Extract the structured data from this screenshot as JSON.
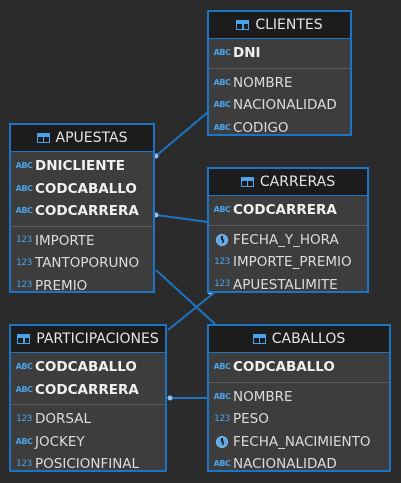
{
  "entities": {
    "clientes": {
      "title": "CLIENTES",
      "keys": [
        {
          "name": "DNI",
          "type": "abc"
        }
      ],
      "columns": [
        {
          "name": "NOMBRE",
          "type": "abc"
        },
        {
          "name": "NACIONALIDAD",
          "type": "abc"
        },
        {
          "name": "CODIGO",
          "type": "abc"
        }
      ]
    },
    "apuestas": {
      "title": "APUESTAS",
      "keys": [
        {
          "name": "DNICLIENTE",
          "type": "abc"
        },
        {
          "name": "CODCABALLO",
          "type": "abc"
        },
        {
          "name": "CODCARRERA",
          "type": "abc"
        }
      ],
      "columns": [
        {
          "name": "IMPORTE",
          "type": "num"
        },
        {
          "name": "TANTOPORUNO",
          "type": "num"
        },
        {
          "name": "PREMIO",
          "type": "num"
        }
      ]
    },
    "carreras": {
      "title": "CARRERAS",
      "keys": [
        {
          "name": "CODCARRERA",
          "type": "abc"
        }
      ],
      "columns": [
        {
          "name": "FECHA_Y_HORA",
          "type": "clock"
        },
        {
          "name": "IMPORTE_PREMIO",
          "type": "num"
        },
        {
          "name": "APUESTALIMITE",
          "type": "num"
        }
      ]
    },
    "participaciones": {
      "title": "PARTICIPACIONES",
      "keys": [
        {
          "name": "CODCABALLO",
          "type": "abc"
        },
        {
          "name": "CODCARRERA",
          "type": "abc"
        }
      ],
      "columns": [
        {
          "name": "DORSAL",
          "type": "num"
        },
        {
          "name": "JOCKEY",
          "type": "abc"
        },
        {
          "name": "POSICIONFINAL",
          "type": "num"
        }
      ]
    },
    "caballos": {
      "title": "CABALLOS",
      "keys": [
        {
          "name": "CODCABALLO",
          "type": "abc"
        }
      ],
      "columns": [
        {
          "name": "NOMBRE",
          "type": "abc"
        },
        {
          "name": "PESO",
          "type": "num"
        },
        {
          "name": "FECHA_NACIMIENTO",
          "type": "clock"
        },
        {
          "name": "NACIONALIDAD",
          "type": "abc"
        }
      ]
    }
  },
  "relationships": [
    {
      "from": "apuestas",
      "to": "clientes"
    },
    {
      "from": "apuestas",
      "to": "carreras"
    },
    {
      "from": "apuestas",
      "to": "caballos"
    },
    {
      "from": "participaciones",
      "to": "carreras"
    },
    {
      "from": "participaciones",
      "to": "caballos"
    }
  ],
  "colors": {
    "background": "#2b2b2b",
    "border": "#1b74c4",
    "header_bg": "#1c1c1c",
    "body_bg": "#3d3d3d",
    "icon": "#4aa3ea"
  }
}
